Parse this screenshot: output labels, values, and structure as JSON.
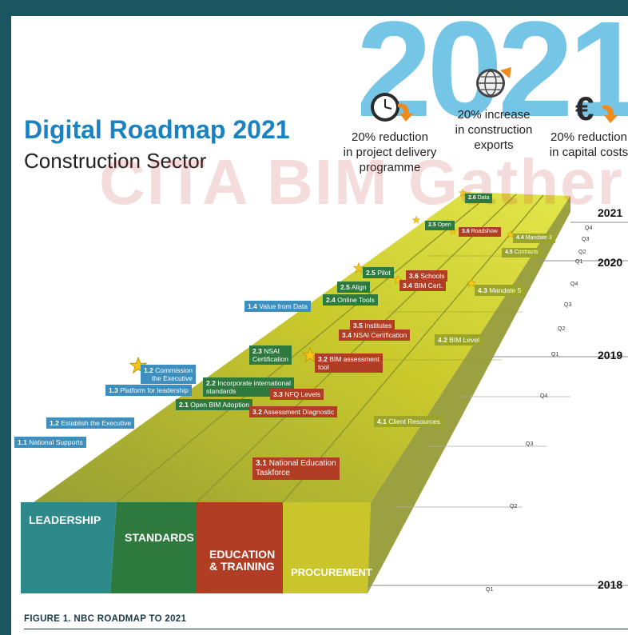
{
  "header": {
    "big_year": "2021",
    "title": "Digital Roadmap 2021",
    "subtitle": "Construction Sector",
    "watermark": "CITA BIM Gathering"
  },
  "targets": [
    {
      "icon": "clock-icon",
      "line1": "20% reduction",
      "line2": "in project delivery",
      "line3": "programme"
    },
    {
      "icon": "globe-icon",
      "line1": "20% increase",
      "line2": "in construction",
      "line3": "exports"
    },
    {
      "icon": "euro-icon",
      "line1": "20% reduction",
      "line2": "in capital costs",
      "line3": ""
    }
  ],
  "timeline": {
    "years": [
      "2021",
      "2020",
      "2019",
      "2018"
    ],
    "quarters": [
      "Q4",
      "Q3",
      "Q2",
      "Q1"
    ]
  },
  "pillars": [
    {
      "label": "LEADERSHIP",
      "color": "#2e8a8a"
    },
    {
      "label": "STANDARDS",
      "color": "#2e7a3e"
    },
    {
      "label": "EDUCATION & TRAINING",
      "color": "#b03d24"
    },
    {
      "label": "PROCUREMENT",
      "color": "#c9c52a"
    }
  ],
  "milestones": {
    "m1_1": {
      "num": "1.1",
      "text": "National Supports"
    },
    "m1_2": {
      "num": "1.2",
      "text": "Establish the Executive"
    },
    "m1_3": {
      "num": "1.3",
      "text": "Platform for leadership"
    },
    "m1_2b": {
      "num": "1.2",
      "text": "Commission",
      "text2": "the Executive"
    },
    "m1_4": {
      "num": "1.4",
      "text": "Value from Data"
    },
    "m2_1": {
      "num": "2.1",
      "text": "Open BIM Adoption"
    },
    "m2_2": {
      "num": "2.2",
      "text": "Incorporate international",
      "text2": "standards"
    },
    "m2_3": {
      "num": "2.3",
      "text": "NSAI",
      "text2": "Certification"
    },
    "m2_4": {
      "num": "2.4",
      "text": "Online Tools"
    },
    "m2_5a": {
      "num": "2.5",
      "text": "Align"
    },
    "m2_5b": {
      "num": "2.5",
      "text": "Pilot"
    },
    "m2_5c": {
      "num": "2.5",
      "text": "Open"
    },
    "m2_6": {
      "num": "2.6",
      "text": "Data"
    },
    "m3_1": {
      "num": "3.1",
      "text": "National Education",
      "text2": "Taskforce"
    },
    "m3_2a": {
      "num": "3.2",
      "text": "Assessment Diagnostic"
    },
    "m3_3": {
      "num": "3.3",
      "text": "NFQ Levels"
    },
    "m3_2b": {
      "num": "3.2",
      "text": "BIM assessment",
      "text2": "tool"
    },
    "m3_4a": {
      "num": "3.4",
      "text": "NSAI Certification"
    },
    "m3_5": {
      "num": "3.5",
      "text": "Institutes"
    },
    "m3_4b": {
      "num": "3.4",
      "text": "BIM Cert."
    },
    "m3_6a": {
      "num": "3.6",
      "text": "Schools"
    },
    "m3_6b": {
      "num": "3.6",
      "text": "Roadshow"
    },
    "m4_1": {
      "num": "4.1",
      "text": "Client Resources"
    },
    "m4_2": {
      "num": "4.2",
      "text": "BIM Level"
    },
    "m4_3": {
      "num": "4.3",
      "text": "Mandate 5"
    },
    "m4_4": {
      "num": "4.4",
      "text": "Mandate 3"
    },
    "m4_5": {
      "num": "4.5",
      "text": "Contracts"
    }
  },
  "caption": "FIGURE 1. NBC ROADMAP TO 2021"
}
